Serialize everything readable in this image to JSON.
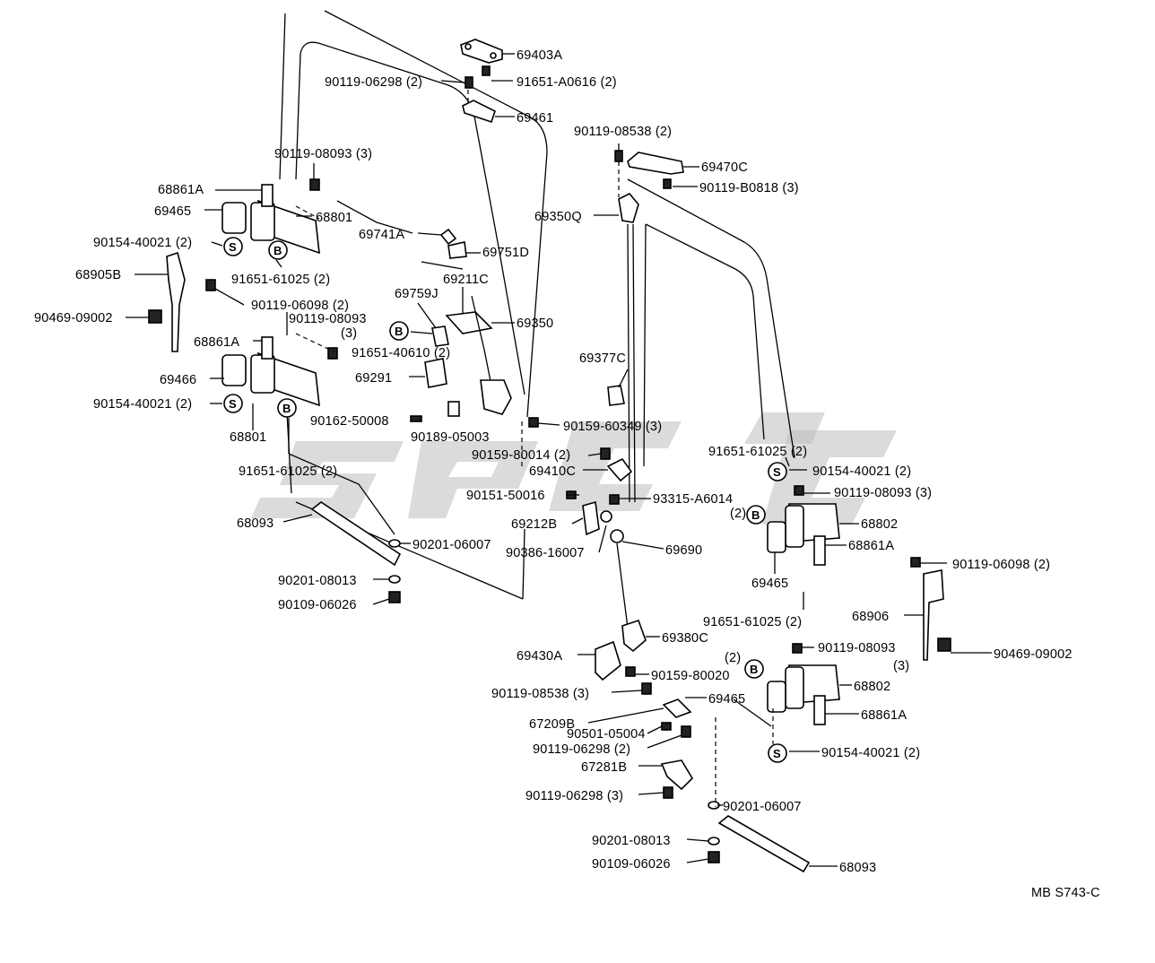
{
  "diagram_code": "MB S743-C",
  "watermark": "spc",
  "marker_letters": {
    "bolt": "B",
    "screw": "S"
  },
  "parts": {
    "p69403A": "69403A",
    "p90119_06298_top": "90119-06298 (2)",
    "p91651_A0616": "91651-A0616 (2)",
    "p69461": "69461",
    "p90119_08538_top": "90119-08538 (2)",
    "p69470C": "69470C",
    "p90119_B0818": "90119-B0818 (3)",
    "p69350Q": "69350Q",
    "p90119_08093_a": "90119-08093 (3)",
    "p68861A_a": "68861A",
    "p69465_a": "69465",
    "p68801_a": "68801",
    "p90154_40021_a": "90154-40021 (2)",
    "p69741A": "69741A",
    "p69751D": "69751D",
    "p91651_61025_a": "91651-61025 (2)",
    "p69211C": "69211C",
    "p68905B": "68905B",
    "p90119_06098_a": "90119-06098 (2)",
    "p69759J": "69759J",
    "p69350": "69350",
    "p90469_09002_a": "90469-09002",
    "p90119_08093_b": "90119-08093",
    "p3_b": "(3)",
    "p91651_40610": "91651-40610 (2)",
    "p68861A_b": "68861A",
    "p69377C": "69377C",
    "p69466": "69466",
    "p69291": "69291",
    "p90154_40021_b": "90154-40021 (2)",
    "p90162_50008": "90162-50008",
    "p90159_60349": "90159-60349 (3)",
    "p68801_b": "68801",
    "p90189_05003": "90189-05003",
    "p91651_61025_c": "91651-61025 (2)",
    "p90159_80014": "90159-80014 (2)",
    "p69410C": "69410C",
    "p90154_40021_c": "90154-40021 (2)",
    "p91651_61025_b": "91651-61025 (2)",
    "p90119_08093_c": "90119-08093 (3)",
    "p90151_50016": "90151-50016",
    "p93315_A6014": "93315-A6014",
    "p2_c": "(2)",
    "p69212B": "69212B",
    "p68802_a": "68802",
    "p68093_a": "68093",
    "p90201_06007_a": "90201-06007",
    "p90386_16007": "90386-16007",
    "p69690": "69690",
    "p68861A_c": "68861A",
    "p90119_06098_b": "90119-06098 (2)",
    "p69465_b": "69465",
    "p90201_08013_a": "90201-08013",
    "p90109_06026_a": "90109-06026",
    "p68906": "68906",
    "p91651_61025_d": "91651-61025 (2)",
    "p69380C": "69380C",
    "p69430A": "69430A",
    "p90119_08093_d": "90119-08093",
    "p3_d": "(3)",
    "p2_d": "(2)",
    "p90469_09002_b": "90469-09002",
    "p90159_80020": "90159-80020",
    "p90119_08538_b": "90119-08538 (3)",
    "p69465_c": "69465",
    "p68802_b": "68802",
    "p67209B": "67209B",
    "p68861A_d": "68861A",
    "p90501_05004": "90501-05004",
    "p90119_06298_b": "90119-06298 (2)",
    "p90154_40021_d": "90154-40021 (2)",
    "p67281B": "67281B",
    "p90119_06298_c": "90119-06298 (3)",
    "p90201_06007_b": "90201-06007",
    "p90201_08013_b": "90201-08013",
    "p90109_06026_b": "90109-06026",
    "p68093_b": "68093"
  }
}
